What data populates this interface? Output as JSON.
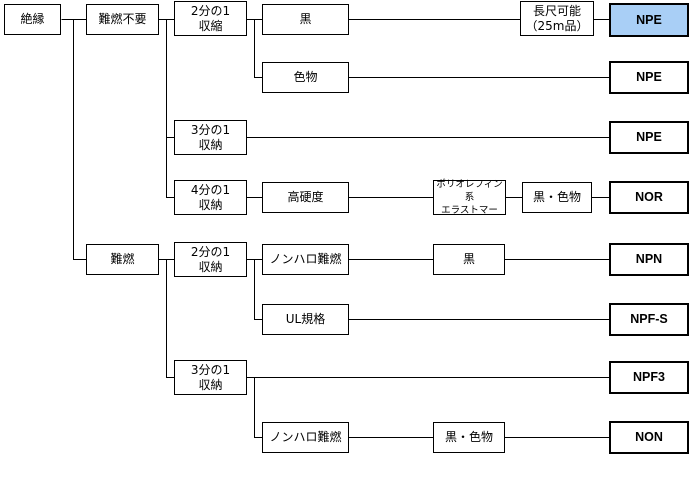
{
  "root": {
    "label": "絶縁"
  },
  "cat_nonflame": {
    "label": "難燃不要"
  },
  "cat_flame": {
    "label": "難燃"
  },
  "nf_2": {
    "label": "2分の1\n収縮"
  },
  "nf_3": {
    "label": "3分の1\n収納"
  },
  "nf_4": {
    "label": "4分の1\n収納"
  },
  "f_2": {
    "label": "2分の1\n収納"
  },
  "f_3": {
    "label": "3分の1\n収納"
  },
  "black": {
    "label": "黒"
  },
  "color": {
    "label": "色物"
  },
  "hardness": {
    "label": "高硬度"
  },
  "nonhalo_1": {
    "label": "ノンハロ難燃"
  },
  "ul": {
    "label": "UL規格"
  },
  "nonhalo_2": {
    "label": "ノンハロ難燃"
  },
  "long": {
    "label": "長尺可能\n（25m品）"
  },
  "polyolefin": {
    "label": "ポリオレフィン系\nエラストマー"
  },
  "black_color_1": {
    "label": "黒・色物"
  },
  "black_2": {
    "label": "黒"
  },
  "black_color_2": {
    "label": "黒・色物"
  },
  "codes": {
    "npe_long": "NPE",
    "npe_color": "NPE",
    "npe_3": "NPE",
    "nor": "NOR",
    "npn": "NPN",
    "npf_s": "NPF-S",
    "npf3": "NPF3",
    "non": "NON"
  },
  "colors": {
    "highlight": "#a9cff6",
    "line": "#000000"
  }
}
